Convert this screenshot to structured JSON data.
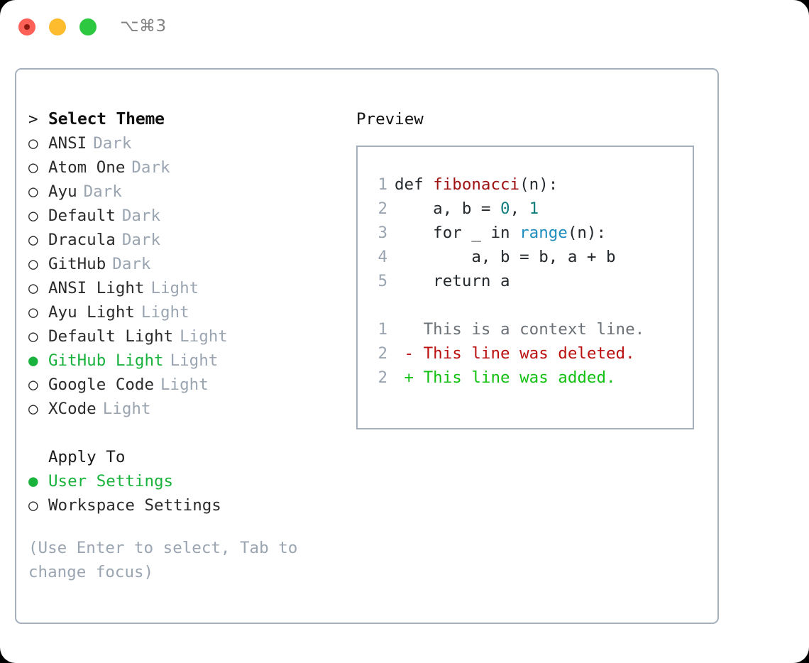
{
  "titlebar": {
    "shortcut": "⌥⌘3",
    "dots": [
      "close-dot",
      "minimize-dot",
      "maximize-dot"
    ]
  },
  "theme_list": {
    "header_marker": ">",
    "header_label": "Select Theme",
    "items": [
      {
        "marker": "○",
        "name": "ANSI",
        "badge": "Dark",
        "selected": false
      },
      {
        "marker": "○",
        "name": "Atom One",
        "badge": "Dark",
        "selected": false
      },
      {
        "marker": "○",
        "name": "Ayu",
        "badge": "Dark",
        "selected": false
      },
      {
        "marker": "○",
        "name": "Default",
        "badge": "Dark",
        "selected": false
      },
      {
        "marker": "○",
        "name": "Dracula",
        "badge": "Dark",
        "selected": false
      },
      {
        "marker": "○",
        "name": "GitHub",
        "badge": "Dark",
        "selected": false
      },
      {
        "marker": "○",
        "name": "ANSI Light",
        "badge": "Light",
        "selected": false
      },
      {
        "marker": "○",
        "name": "Ayu Light",
        "badge": "Light",
        "selected": false
      },
      {
        "marker": "○",
        "name": "Default Light",
        "badge": "Light",
        "selected": false
      },
      {
        "marker": "●",
        "name": "GitHub Light",
        "badge": "Light",
        "selected": true
      },
      {
        "marker": "○",
        "name": "Google Code",
        "badge": "Light",
        "selected": false
      },
      {
        "marker": "○",
        "name": "XCode",
        "badge": "Light",
        "selected": false
      }
    ]
  },
  "apply_to": {
    "label": "Apply To",
    "options": [
      {
        "marker": "●",
        "name": "User Settings",
        "selected": true
      },
      {
        "marker": "○",
        "name": "Workspace Settings",
        "selected": false
      }
    ]
  },
  "hint": "(Use Enter to select, Tab to change focus)",
  "preview": {
    "title": "Preview",
    "code_lines": [
      {
        "no": "1",
        "parts": [
          {
            "t": "def ",
            "c": "plain"
          },
          {
            "t": "fibonacci",
            "c": "fn"
          },
          {
            "t": "(n):",
            "c": "plain"
          }
        ]
      },
      {
        "no": "2",
        "parts": [
          {
            "t": "    a, b = ",
            "c": "plain"
          },
          {
            "t": "0",
            "c": "num"
          },
          {
            "t": ", ",
            "c": "plain"
          },
          {
            "t": "1",
            "c": "num"
          }
        ]
      },
      {
        "no": "3",
        "parts": [
          {
            "t": "    for _ in ",
            "c": "plain"
          },
          {
            "t": "range",
            "c": "call"
          },
          {
            "t": "(n):",
            "c": "plain"
          }
        ]
      },
      {
        "no": "4",
        "parts": [
          {
            "t": "        a, b = b, a + b",
            "c": "plain"
          }
        ]
      },
      {
        "no": "5",
        "parts": [
          {
            "t": "    return a",
            "c": "plain"
          }
        ]
      }
    ],
    "diff_lines": [
      {
        "no": "1",
        "sign": " ",
        "text": "This is a context line.",
        "kind": "ctx"
      },
      {
        "no": "2",
        "sign": "-",
        "text": "This line was deleted.",
        "kind": "del"
      },
      {
        "no": "2",
        "sign": "+",
        "text": "This line was added.",
        "kind": "add"
      }
    ]
  },
  "colors": {
    "accent_green": "#19b23d",
    "muted_gray": "#9aa5b1",
    "border": "#a6b0bd",
    "diff_add": "#12c012",
    "diff_del": "#bb1010",
    "syntax_fn": "#9f1212",
    "syntax_num": "#0f7d7d",
    "syntax_call": "#1d8dbd"
  }
}
